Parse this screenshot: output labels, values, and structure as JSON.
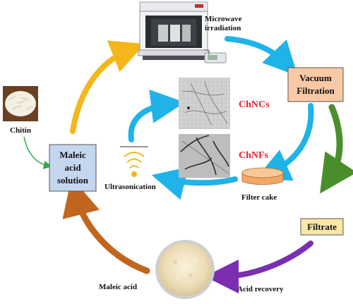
{
  "labels": {
    "microwave_line1": "Microwave",
    "microwave_line2": "irradiation",
    "vacuum_line1": "Vacuum",
    "vacuum_line2": "Filtration",
    "chncs": "ChNCs",
    "chnfs": "ChNFs",
    "chitin": "Chitin",
    "maleic_line1": "Maleic",
    "maleic_line2": "acid",
    "maleic_line3": "solution",
    "ultrasonication": "Ultrasonication",
    "filter_cake": "Filter cake",
    "filtrate": "Filtrate",
    "maleic_acid": "Maleic acid",
    "acid_recovery": "Acid recovery"
  },
  "colors": {
    "arrow_yellow": "#f4b61b",
    "arrow_blue": "#1fb3e8",
    "arrow_green": "#4a8f2c",
    "arrow_purple": "#7a2fb0",
    "arrow_orange": "#c2651f",
    "vacuum_box": "#f9c9a6",
    "maleic_box": "#c5d6ef",
    "filtrate_box": "#fde7a6",
    "chncs_text": "#e8202a",
    "chnfs_text": "#e8202a"
  },
  "icons": [
    "microwave-reactor-icon",
    "chitin-flakes-icon",
    "tem-image-icon",
    "ultrasound-wave-icon",
    "filter-cake-icon",
    "maleic-acid-powder-icon"
  ]
}
